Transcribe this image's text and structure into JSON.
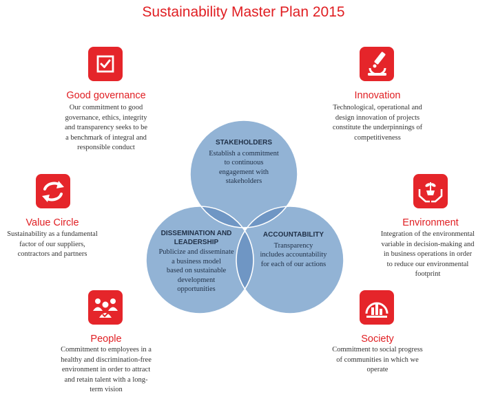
{
  "title": "Sustainability Master Plan 2015",
  "colors": {
    "accent": "#e5252a",
    "circle": "#92b3d5",
    "overlap": "#6f96c4",
    "center": "#4f7ab0"
  },
  "pillars": {
    "governance": {
      "icon": "checkbox-icon",
      "heading": "Good governance",
      "lines": [
        "Our commitment to good",
        "governance, ethics, integrity",
        "and transparency seeks to be",
        "a benchmark of integral and",
        "responsible conduct"
      ]
    },
    "innovation": {
      "icon": "microscope-icon",
      "heading": "Innovation",
      "lines": [
        "Technological, operational and",
        "design innovation of projects",
        "constitute the underpinnings of",
        "competitiveness"
      ]
    },
    "value_circle": {
      "icon": "cycle-arrows-icon",
      "heading": "Value Circle",
      "lines": [
        "Sustainability as a fundamental",
        "factor of our suppliers,",
        "contractors and partners"
      ]
    },
    "environment": {
      "icon": "hands-plant-icon",
      "heading": "Environment",
      "lines": [
        "Integration of the environmental",
        "variable in decision-making and",
        "in business operations in order",
        "to reduce our environmental",
        "footprint"
      ]
    },
    "people": {
      "icon": "people-group-icon",
      "heading": "People",
      "lines": [
        "Commitment to employees in a",
        "healthy and discrimination-free",
        "environment in order to attract",
        "and retain talent with a long-",
        "term vision"
      ]
    },
    "society": {
      "icon": "community-icon",
      "heading": "Society",
      "lines": [
        "Commitment to social progress",
        "of communities in which we",
        "operate"
      ]
    }
  },
  "circles": {
    "stakeholders": {
      "heading_lines": [
        "STAKEHOLDERS"
      ],
      "lines": [
        "Establish a commitment",
        "to continuous",
        "engagement with",
        "stakeholders"
      ]
    },
    "dissemination": {
      "heading_lines": [
        "DISSEMINATION AND",
        "LEADERSHIP"
      ],
      "lines": [
        "Publicize and disseminate",
        "a business model",
        "based on sustainable",
        "development",
        "opportunities"
      ]
    },
    "accountability": {
      "heading_lines": [
        "ACCOUNTABILITY"
      ],
      "lines": [
        "Transparency",
        "includes accountability",
        "for each of our actions"
      ]
    }
  }
}
